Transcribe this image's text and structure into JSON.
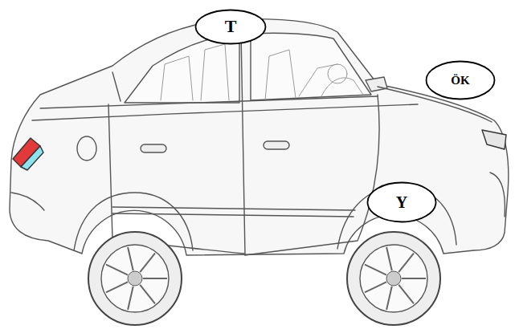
{
  "diagram": {
    "nodes": [
      {
        "text": [
          "T"
        ]
      },
      {
        "text": [
          "ÖK"
        ]
      },
      {
        "text": [
          "Y"
        ]
      }
    ]
  }
}
